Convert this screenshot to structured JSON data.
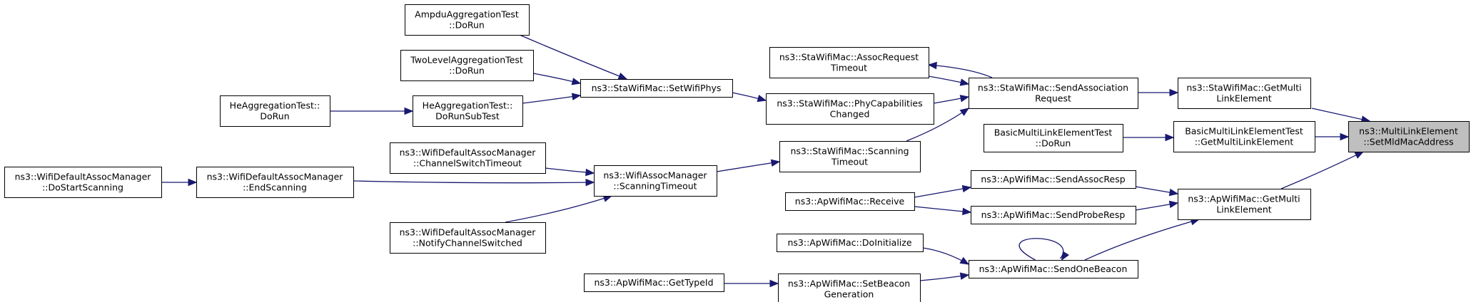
{
  "graph": {
    "focus_node": "n_setmld",
    "nodes": [
      {
        "id": "n_setmld",
        "lines": [
          "ns3::MultiLinkElement",
          "::SetMldMacAddress"
        ],
        "focus": true
      },
      {
        "id": "n_sta_getml",
        "lines": [
          "ns3::StaWifiMac::GetMulti",
          "LinkElement"
        ]
      },
      {
        "id": "n_bmle_getml",
        "lines": [
          "BasicMultiLinkElementTest",
          "::GetMultiLinkElement"
        ]
      },
      {
        "id": "n_ap_getml",
        "lines": [
          "ns3::ApWifiMac::GetMulti",
          "LinkElement"
        ]
      },
      {
        "id": "n_sta_sendassoc",
        "lines": [
          "ns3::StaWifiMac::SendAssociation",
          "Request"
        ]
      },
      {
        "id": "n_bmle_dorun",
        "lines": [
          "BasicMultiLinkElementTest",
          "::DoRun"
        ]
      },
      {
        "id": "n_ap_sendassocresp",
        "lines": [
          "ns3::ApWifiMac::SendAssocResp"
        ]
      },
      {
        "id": "n_ap_sendproberesp",
        "lines": [
          "ns3::ApWifiMac::SendProbeResp"
        ]
      },
      {
        "id": "n_ap_sendbeacon",
        "lines": [
          "ns3::ApWifiMac::SendOneBeacon"
        ]
      },
      {
        "id": "n_sta_assoctimeout",
        "lines": [
          "ns3::StaWifiMac::AssocRequest",
          "Timeout"
        ]
      },
      {
        "id": "n_sta_phycap",
        "lines": [
          "ns3::StaWifiMac::PhyCapabilities",
          "Changed"
        ]
      },
      {
        "id": "n_sta_scantimeout",
        "lines": [
          "ns3::StaWifiMac::Scanning",
          "Timeout"
        ]
      },
      {
        "id": "n_ap_receive",
        "lines": [
          "ns3::ApWifiMac::Receive"
        ]
      },
      {
        "id": "n_ap_doinit",
        "lines": [
          "ns3::ApWifiMac::DoInitialize"
        ]
      },
      {
        "id": "n_ap_setbeacon",
        "lines": [
          "ns3::ApWifiMac::SetBeacon",
          "Generation"
        ]
      },
      {
        "id": "n_sta_setphys",
        "lines": [
          "ns3::StaWifiMac::SetWifiPhys"
        ]
      },
      {
        "id": "n_wam_scantimeout",
        "lines": [
          "ns3::WifiAssocManager",
          "::ScanningTimeout"
        ]
      },
      {
        "id": "n_ap_gettypeid",
        "lines": [
          "ns3::ApWifiMac::GetTypeId"
        ]
      },
      {
        "id": "n_ampdu_dorun",
        "lines": [
          "AmpduAggregationTest",
          "::DoRun"
        ]
      },
      {
        "id": "n_twolevel_dorun",
        "lines": [
          "TwoLevelAggregationTest",
          "::DoRun"
        ]
      },
      {
        "id": "n_he_dorunsub",
        "lines": [
          "HeAggregationTest::",
          "DoRunSubTest"
        ]
      },
      {
        "id": "n_wdam_chswitch",
        "lines": [
          "ns3::WifiDefaultAssocManager",
          "::ChannelSwitchTimeout"
        ]
      },
      {
        "id": "n_wdam_endscan",
        "lines": [
          "ns3::WifiDefaultAssocManager",
          "::EndScanning"
        ]
      },
      {
        "id": "n_wdam_notify",
        "lines": [
          "ns3::WifiDefaultAssocManager",
          "::NotifyChannelSwitched"
        ]
      },
      {
        "id": "n_he_dorun",
        "lines": [
          "HeAggregationTest::",
          "DoRun"
        ]
      },
      {
        "id": "n_wdam_startscan",
        "lines": [
          "ns3::WifiDefaultAssocManager",
          "::DoStartScanning"
        ]
      }
    ],
    "edges": [
      {
        "from": "n_sta_getml",
        "to": "n_setmld"
      },
      {
        "from": "n_bmle_getml",
        "to": "n_setmld"
      },
      {
        "from": "n_ap_getml",
        "to": "n_setmld"
      },
      {
        "from": "n_sta_sendassoc",
        "to": "n_sta_getml"
      },
      {
        "from": "n_bmle_dorun",
        "to": "n_bmle_getml"
      },
      {
        "from": "n_ap_sendassocresp",
        "to": "n_ap_getml"
      },
      {
        "from": "n_ap_sendproberesp",
        "to": "n_ap_getml"
      },
      {
        "from": "n_ap_sendbeacon",
        "to": "n_ap_getml"
      },
      {
        "from": "n_sta_assoctimeout",
        "to": "n_sta_sendassoc"
      },
      {
        "from": "n_sta_sendassoc",
        "to": "n_sta_assoctimeout"
      },
      {
        "from": "n_sta_phycap",
        "to": "n_sta_sendassoc"
      },
      {
        "from": "n_sta_scantimeout",
        "to": "n_sta_sendassoc"
      },
      {
        "from": "n_ap_receive",
        "to": "n_ap_sendassocresp"
      },
      {
        "from": "n_ap_receive",
        "to": "n_ap_sendproberesp"
      },
      {
        "from": "n_ap_sendbeacon",
        "to": "n_ap_sendbeacon"
      },
      {
        "from": "n_ap_doinit",
        "to": "n_ap_sendbeacon"
      },
      {
        "from": "n_ap_setbeacon",
        "to": "n_ap_sendbeacon"
      },
      {
        "from": "n_sta_setphys",
        "to": "n_sta_phycap"
      },
      {
        "from": "n_wam_scantimeout",
        "to": "n_sta_scantimeout"
      },
      {
        "from": "n_ap_gettypeid",
        "to": "n_ap_setbeacon"
      },
      {
        "from": "n_ampdu_dorun",
        "to": "n_sta_setphys"
      },
      {
        "from": "n_twolevel_dorun",
        "to": "n_sta_setphys"
      },
      {
        "from": "n_he_dorunsub",
        "to": "n_sta_setphys"
      },
      {
        "from": "n_wdam_chswitch",
        "to": "n_wam_scantimeout"
      },
      {
        "from": "n_wdam_endscan",
        "to": "n_wam_scantimeout"
      },
      {
        "from": "n_wdam_notify",
        "to": "n_wam_scantimeout"
      },
      {
        "from": "n_he_dorun",
        "to": "n_he_dorunsub"
      },
      {
        "from": "n_wdam_startscan",
        "to": "n_wdam_endscan"
      }
    ]
  },
  "colors": {
    "edge": "#191970",
    "node_border": "#000000",
    "node_fill": "#ffffff",
    "focus_fill": "#bfbfbf"
  }
}
